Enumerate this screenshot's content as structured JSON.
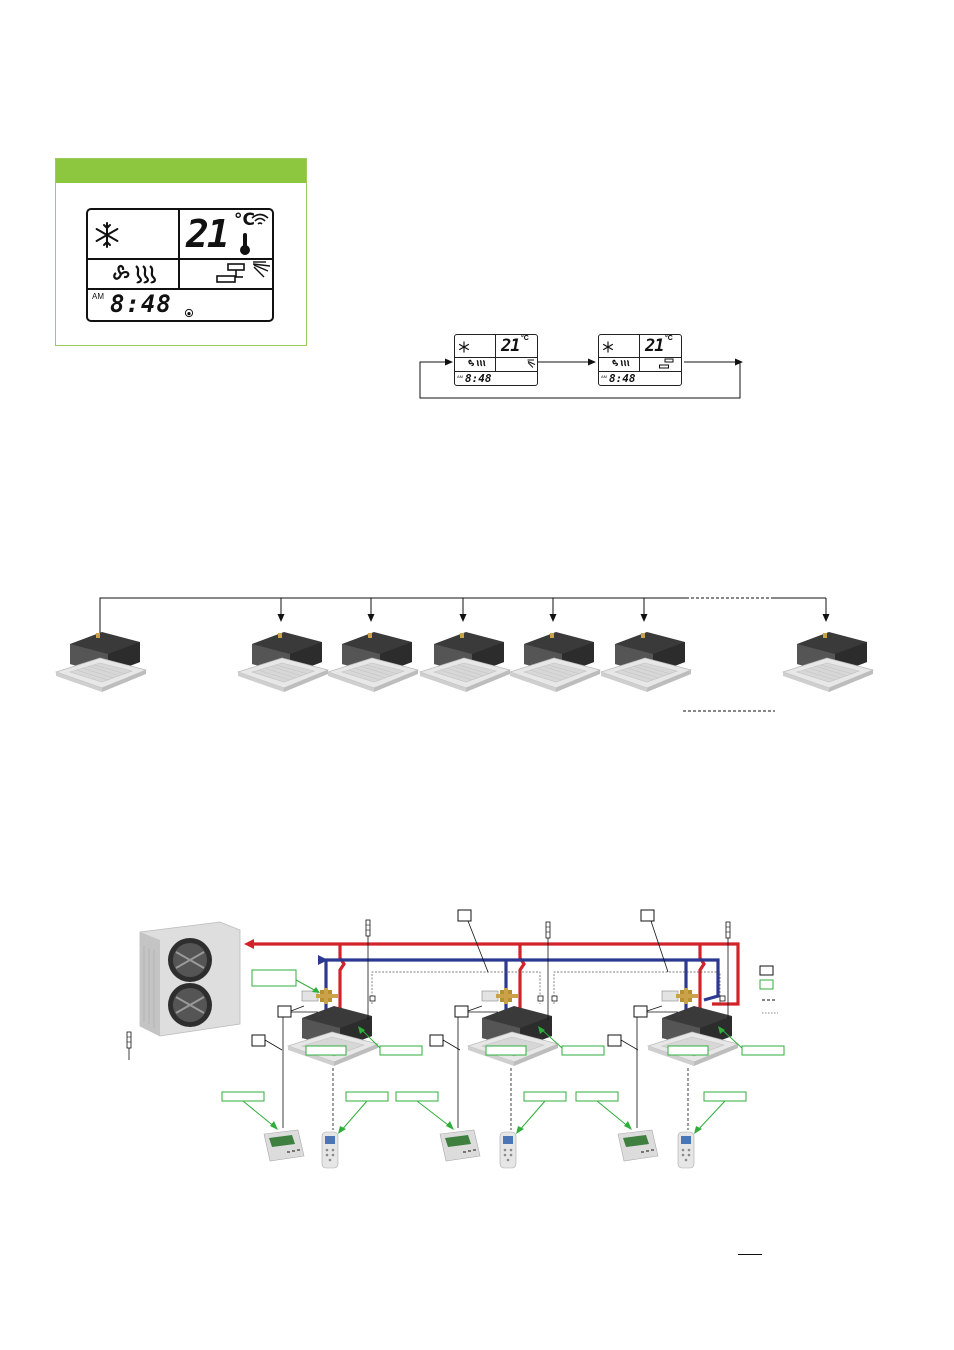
{
  "lcd_panel": {
    "temperature": "21",
    "unit": "°C",
    "am_label": "AM",
    "clock": "8:48",
    "icons": [
      "snowflake-icon",
      "fan-icon",
      "thermometer-icon",
      "signal-icon",
      "louver-icon",
      "unit-icon",
      "sensor-dot-icon"
    ],
    "accent": "#8dc63f"
  },
  "cycle": {
    "states": [
      {
        "temperature": "21",
        "unit": "°C",
        "clock": "8:48"
      },
      {
        "temperature": "21",
        "unit": "°C",
        "clock": "8:48"
      }
    ]
  },
  "network": {
    "unit_count_shown": 7
  },
  "hydronic": {
    "colors": {
      "hot": "#d2232a",
      "cold": "#2b3990",
      "label_border": "#2fae3a"
    },
    "legend": [
      "numbered-box",
      "green-label-box",
      "dashed-line",
      "dotted-line"
    ]
  }
}
